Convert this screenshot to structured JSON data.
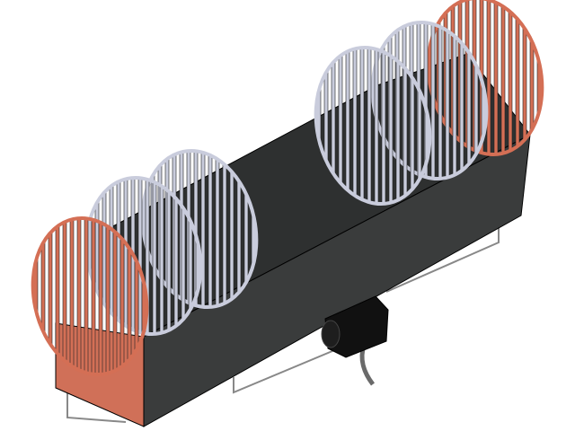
{
  "colors": {
    "background": "#ffffff",
    "body": "#3a3c3c",
    "body_top": "#2e3030",
    "end_grate": "#d46f55",
    "inner_grate": "#c9ccdc",
    "motor": "#111111",
    "cable": "#6a6a6a",
    "rail": "#888888"
  },
  "grates": [
    {
      "kind": "end",
      "side": "left"
    },
    {
      "kind": "inner",
      "side": "left"
    },
    {
      "kind": "inner",
      "side": "left"
    },
    {
      "kind": "inner",
      "side": "right"
    },
    {
      "kind": "inner",
      "side": "right"
    },
    {
      "kind": "end",
      "side": "right"
    }
  ]
}
